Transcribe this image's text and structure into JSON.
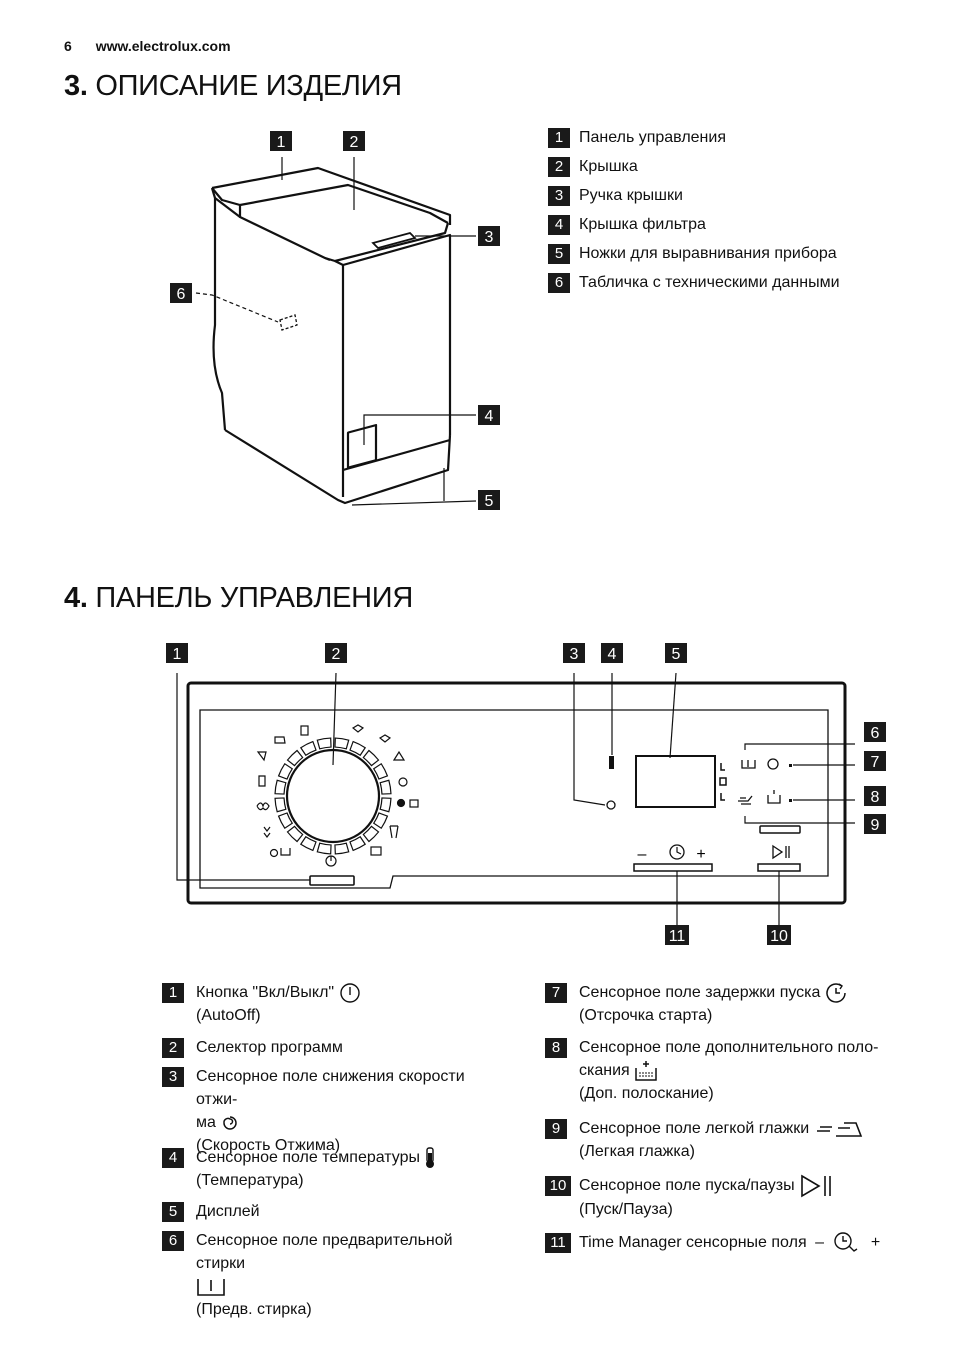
{
  "header": {
    "page_number": "6",
    "site": "www.electrolux.com"
  },
  "section3": {
    "number": "3.",
    "title": "ОПИСАНИЕ ИЗДЕЛИЯ",
    "legend": [
      {
        "num": "1",
        "label": "Панель управления"
      },
      {
        "num": "2",
        "label": "Крышка"
      },
      {
        "num": "3",
        "label": "Ручка крышки"
      },
      {
        "num": "4",
        "label": "Крышка фильтра"
      },
      {
        "num": "5",
        "label": "Ножки для выравнивания прибора"
      },
      {
        "num": "6",
        "label": "Табличка с техническими данными"
      }
    ]
  },
  "section4": {
    "number": "4.",
    "title": "ПАНЕЛЬ УПРАВЛЕНИЯ",
    "callouts": [
      "1",
      "2",
      "3",
      "4",
      "5",
      "6",
      "7",
      "8",
      "9",
      "11",
      "10"
    ],
    "panel_signs": {
      "minus": "–",
      "plus": "+"
    },
    "items_left": [
      {
        "num": "1",
        "text": "Кнопка \"Вкл/Выкл\"",
        "sub": "(AutoOff)"
      },
      {
        "num": "2",
        "text": "Селектор программ",
        "sub": ""
      },
      {
        "num": "3",
        "text": "Сенсорное поле снижения скорости отжи-",
        "text2": "ма",
        "sub": "(Скорость Отжима)"
      },
      {
        "num": "4",
        "text": "Сенсорное поле температуры",
        "sub": "(Температура)"
      },
      {
        "num": "5",
        "text": "Дисплей",
        "sub": ""
      },
      {
        "num": "6",
        "text": "Сенсорное поле предварительной стирки",
        "sub": "(Предв. стирка)"
      }
    ],
    "items_right": [
      {
        "num": "7",
        "text": "Сенсорное поле задержки пуска",
        "sub": "(Отсрочка старта)"
      },
      {
        "num": "8",
        "text": "Сенсорное поле дополнительного поло-",
        "text2": "скания",
        "sub": "(Доп. полоскание)"
      },
      {
        "num": "9",
        "text": "Сенсорное поле легкой глажки",
        "sub": "(Легкая глажка)"
      },
      {
        "num": "10",
        "text": "Сенсорное поле пуска/паузы",
        "sub": "(Пуск/Пауза)"
      },
      {
        "num": "11",
        "text": "Time Manager сенсорные поля",
        "sub": ""
      }
    ],
    "signs": {
      "minus": "–",
      "plus": "+"
    }
  }
}
